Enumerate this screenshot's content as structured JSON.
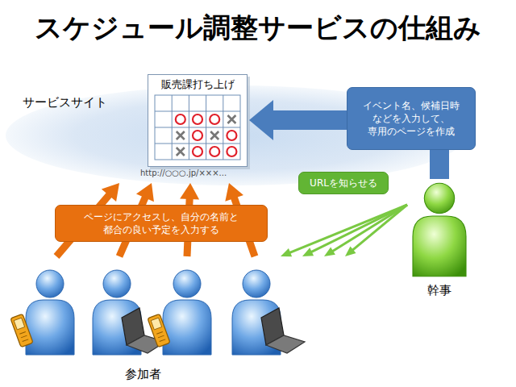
{
  "diagram": {
    "title": "スケジュール調整サービスの仕組み",
    "nodes": [
      {
        "text": [
          "販売課打ち上げ"
        ]
      },
      {
        "text": [
          "イベント名、候補日時 などを入力して、 専用のページを作成"
        ]
      },
      {
        "text": [
          "URLを知らせる"
        ]
      },
      {
        "text": [
          "ページにアクセスし、自分の名前と 都合の良い予定を入力する"
        ]
      },
      {
        "text": [
          "幹事"
        ]
      },
      {
        "text": [
          "参加者"
        ]
      }
    ],
    "edges": [
      {
        "from": 4,
        "to": 1,
        "arrow": "none"
      },
      {
        "from": 1,
        "to": 0,
        "arrow": "to"
      },
      {
        "from": 4,
        "to": 5,
        "arrow": "to"
      },
      {
        "from": 5,
        "to": 0,
        "arrow": "to"
      }
    ],
    "labels": [
      "サービスサイト",
      "http://○○○.jp/×××..."
    ]
  }
}
